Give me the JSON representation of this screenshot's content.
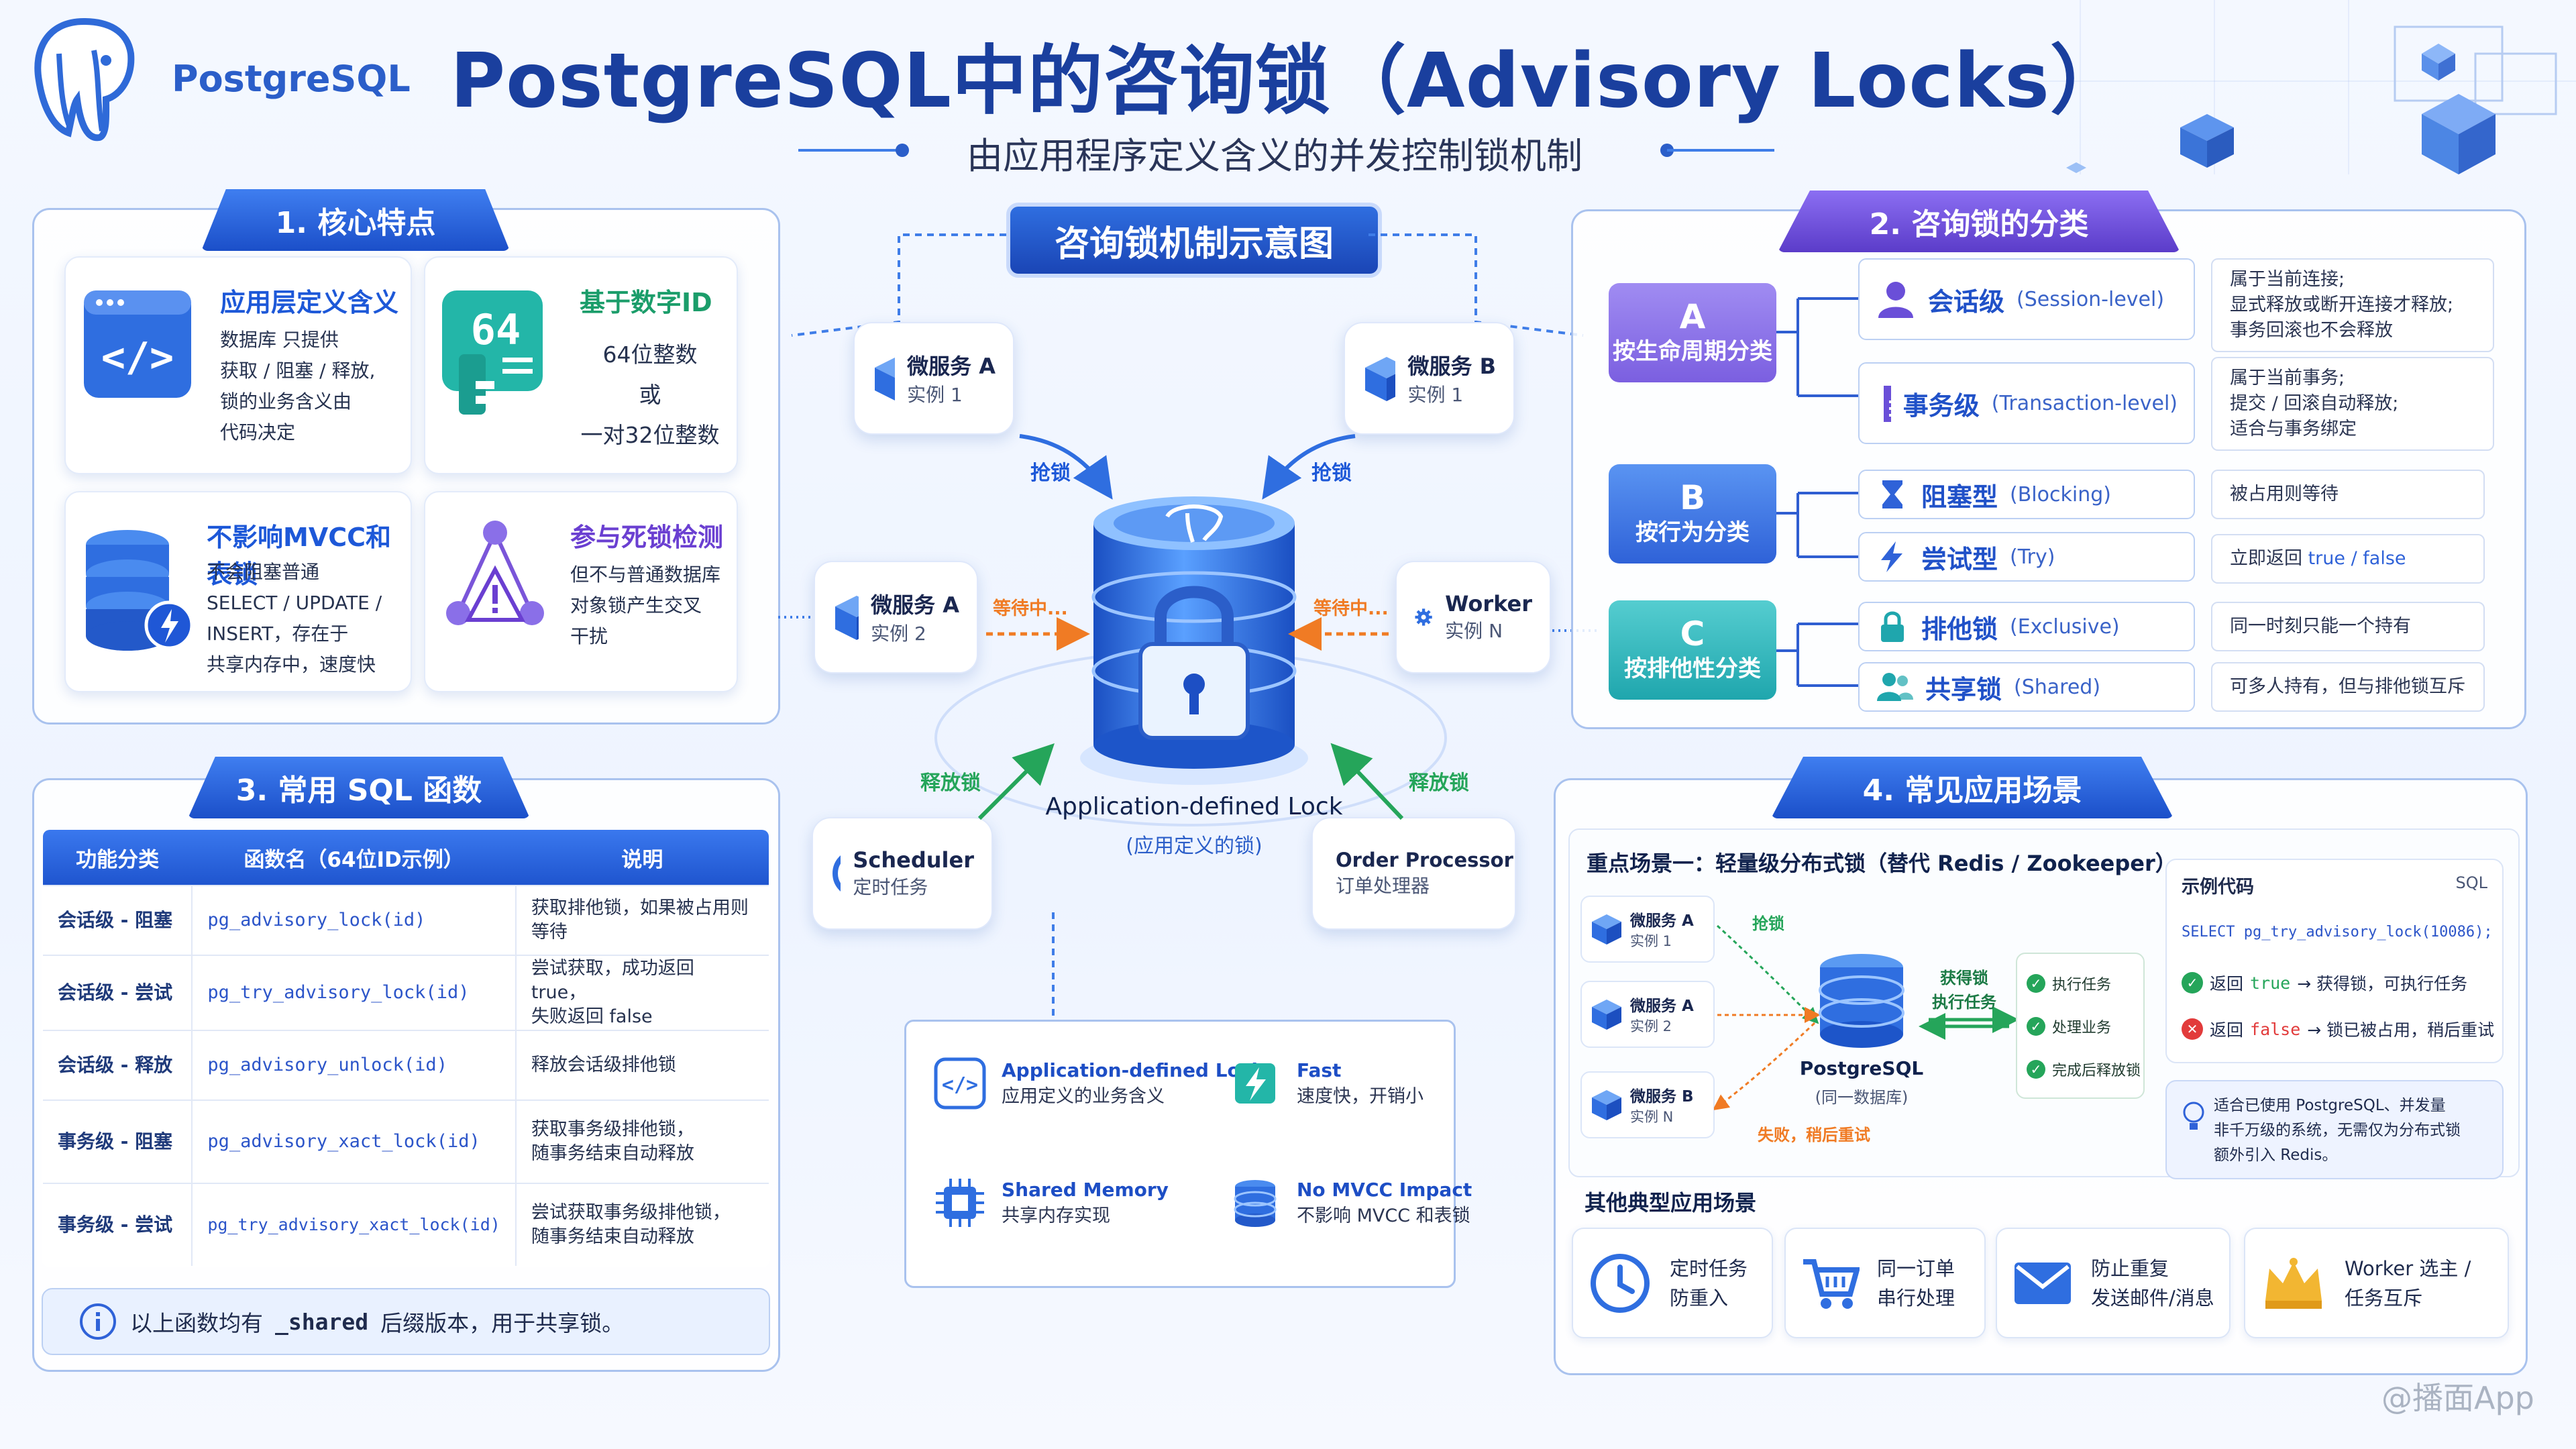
{
  "header": {
    "logo_text": "PostgreSQL",
    "title": "PostgreSQL中的咨询锁（Advisory Locks）",
    "subtitle": "由应用程序定义含义的并发控制锁机制"
  },
  "section1": {
    "title": "1. 核心特点",
    "cards": [
      {
        "title": "应用层定义含义",
        "text": [
          "数据库 只提供",
          "获取 / 阻塞 / 释放,",
          "锁的业务含义由",
          "代码决定"
        ],
        "icon": "code-icon"
      },
      {
        "title": "基于数字ID",
        "text": [
          "64位整数",
          "或",
          "一对32位整数"
        ],
        "icon": "number-64-icon",
        "badge": "64"
      },
      {
        "title": "不影响MVCC和表锁",
        "text": [
          "不会阻塞普通",
          "SELECT / UPDATE /",
          "INSERT，存在于",
          "共享内存中，速度快"
        ],
        "icon": "database-bolt-icon"
      },
      {
        "title": "参与死锁检测",
        "text": [
          "但不与普通数据库",
          "对象锁产生交叉",
          "干扰"
        ],
        "icon": "deadlock-warning-icon"
      }
    ]
  },
  "diagram": {
    "title": "咨询锁机制示意图",
    "nodes": {
      "ms_a1": {
        "name": "微服务 A",
        "sub": "实例 1"
      },
      "ms_b1": {
        "name": "微服务 B",
        "sub": "实例 1"
      },
      "ms_a2": {
        "name": "微服务 A",
        "sub": "实例 2"
      },
      "worker": {
        "name": "Worker",
        "sub": "实例 N"
      },
      "scheduler": {
        "name": "Scheduler",
        "sub": "定时任务"
      },
      "order": {
        "name": "Order Processor",
        "sub": "订单处理器"
      }
    },
    "labels": {
      "grab_left": "抢锁",
      "grab_right": "抢锁",
      "wait_left": "等待中...",
      "wait_right": "等待中...",
      "release_left": "释放锁",
      "release_right": "释放锁"
    },
    "center_label": "Application-defined Lock",
    "center_sub": "(应用定义的锁)",
    "features": [
      {
        "title": "Application-defined Lock",
        "sub": "应用定义的业务含义",
        "icon": "code-icon"
      },
      {
        "title": "Fast",
        "sub": "速度快，开销小",
        "icon": "bolt-chip-icon"
      },
      {
        "title": "Shared Memory",
        "sub": "共享内存实现",
        "icon": "memory-chip-icon"
      },
      {
        "title": "No MVCC Impact",
        "sub": "不影响 MVCC 和表锁",
        "icon": "database-icon"
      }
    ]
  },
  "section2": {
    "title": "2. 咨询锁的分类",
    "groups": [
      {
        "letter": "A",
        "label": "按生命周期分类",
        "color": "#8a6fe8",
        "items": [
          {
            "name": "会话级",
            "en": "(Session-level)",
            "icon": "user-icon",
            "desc": [
              "属于当前连接;",
              "显式释放或断开连接才释放;",
              "事务回滚也不会释放"
            ]
          },
          {
            "name": "事务级",
            "en": "(Transaction-level)",
            "icon": "document-icon",
            "desc": [
              "属于当前事务;",
              "提交 / 回滚自动释放;",
              "适合与事务绑定"
            ]
          }
        ]
      },
      {
        "letter": "B",
        "label": "按行为分类",
        "color": "#3f7de8",
        "items": [
          {
            "name": "阻塞型",
            "en": "(Blocking)",
            "icon": "hourglass-icon",
            "desc": [
              "被占用则等待"
            ]
          },
          {
            "name": "尝试型",
            "en": "(Try)",
            "icon": "bolt-icon",
            "desc": [
              "立即返回 true / false"
            ]
          }
        ]
      },
      {
        "letter": "C",
        "label": "按排他性分类",
        "color": "#2fb5b5",
        "items": [
          {
            "name": "排他锁",
            "en": "(Exclusive)",
            "icon": "lock-icon",
            "desc": [
              "同一时刻只能一个持有"
            ]
          },
          {
            "name": "共享锁",
            "en": "(Shared)",
            "icon": "users-icon",
            "desc": [
              "可多人持有，但与排他锁互斥"
            ]
          }
        ]
      }
    ]
  },
  "section3": {
    "title": "3. 常用 SQL 函数",
    "columns": [
      "功能分类",
      "函数名（64位ID示例）",
      "说明"
    ],
    "rows": [
      {
        "cat": "会话级 - 阻塞",
        "fn": "pg_advisory_lock(id)",
        "desc": [
          "获取排他锁，如果被占用则等待"
        ]
      },
      {
        "cat": "会话级 - 尝试",
        "fn": "pg_try_advisory_lock(id)",
        "desc": [
          "尝试获取，成功返回 true，",
          "失败返回 false"
        ]
      },
      {
        "cat": "会话级 - 释放",
        "fn": "pg_advisory_unlock(id)",
        "desc": [
          "释放会话级排他锁"
        ]
      },
      {
        "cat": "事务级 - 阻塞",
        "fn": "pg_advisory_xact_lock(id)",
        "desc": [
          "获取事务级排他锁，",
          "随事务结束自动释放"
        ]
      },
      {
        "cat": "事务级 - 尝试",
        "fn": "pg_try_advisory_xact_lock(id)",
        "desc": [
          "尝试获取事务级排他锁，",
          "随事务结束自动释放"
        ]
      }
    ],
    "note_pre": "以上函数均有",
    "note_code": "_shared",
    "note_post": "后缀版本，用于共享锁。"
  },
  "section4": {
    "title": "4. 常见应用场景",
    "focus_title": "重点场景一：轻量级分布式锁（替代 Redis / Zookeeper）",
    "mini_nodes": [
      {
        "name": "微服务 A",
        "sub": "实例 1"
      },
      {
        "name": "微服务 A",
        "sub": "实例 2"
      },
      {
        "name": "微服务 B",
        "sub": "实例 N"
      }
    ],
    "grab": "抢锁",
    "fail": "失败，稍后重试",
    "db_name": "PostgreSQL",
    "db_sub": "(同一数据库)",
    "acquire": [
      "获得锁",
      "执行任务"
    ],
    "steps": [
      "执行任务",
      "处理业务",
      "完成后释放锁"
    ],
    "code_title": "示例代码",
    "code_lang": "SQL",
    "code_line": "SELECT pg_try_advisory_lock(10086);",
    "result_true_pre": "返回",
    "result_true_val": "true",
    "result_true_post": "→ 获得锁，可执行任务",
    "result_false_pre": "返回",
    "result_false_val": "false",
    "result_false_post": "→ 锁已被占用，稍后重试",
    "tip": [
      "适合已使用 PostgreSQL、并发量",
      "非千万级的系统，无需仅为分布式锁",
      "额外引入 Redis。"
    ],
    "other_title": "其他典型应用场景",
    "others": [
      {
        "text": [
          "定时任务",
          "防重入"
        ],
        "icon": "clock-icon"
      },
      {
        "text": [
          "同一订单",
          "串行处理"
        ],
        "icon": "cart-icon"
      },
      {
        "text": [
          "防止重复",
          "发送邮件/消息"
        ],
        "icon": "mail-icon"
      },
      {
        "text": [
          "Worker 选主 /",
          "任务互斥"
        ],
        "icon": "crown-icon"
      }
    ]
  },
  "watermark": "@播面App",
  "colors": {
    "primary": "#1d58d8",
    "purple": "#6a3fd1",
    "teal": "#2fb5b5",
    "orange": "#f07b24",
    "green": "#25a55a",
    "red": "#e23b3b"
  }
}
